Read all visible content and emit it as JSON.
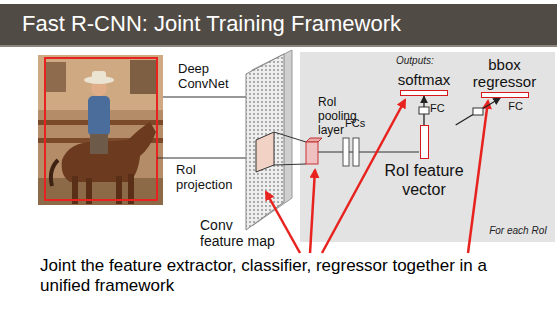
{
  "diagram": {
    "title": "Fast R-CNN: Joint Training Framework",
    "caption": "Joint the feature extractor, classifier, regressor together in a unified framework",
    "nodes": [
      {
        "text": [
          "Outputs:",
          "For each RoI"
        ]
      },
      {
        "text": [
          "softmax"
        ],
        "in": 0
      },
      {
        "text": [
          "bbox regressor"
        ],
        "in": 0
      },
      {
        "text": [
          "RoI feature vector"
        ],
        "in": 0
      }
    ],
    "edges": [
      {
        "from": 3,
        "to": 1,
        "arrow": "to",
        "label": "FC"
      },
      {
        "from": 3,
        "to": 2,
        "arrow": "to",
        "label": "FC"
      }
    ],
    "labels": [
      "Deep ConvNet",
      "RoI projection",
      "Conv feature map",
      "RoI pooling layer",
      "FCs"
    ]
  }
}
